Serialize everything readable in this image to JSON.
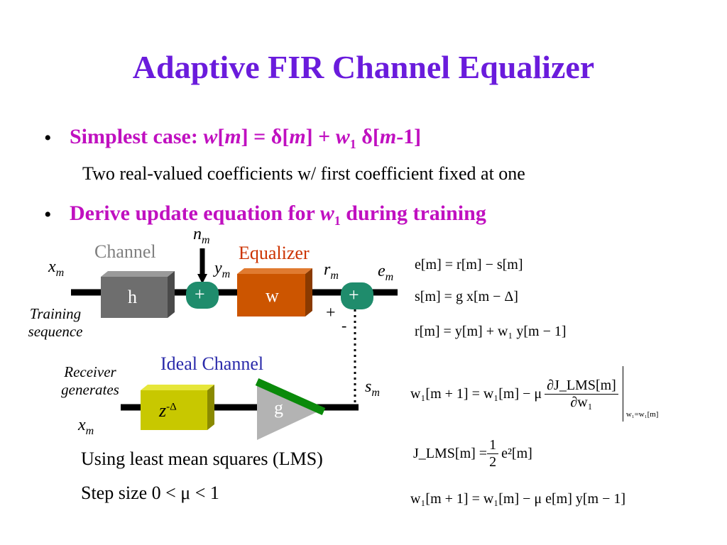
{
  "title": "Adaptive FIR Channel Equalizer",
  "bullets": {
    "b1_prefix": "Simplest case: ",
    "b1_w": "w",
    "b1_bracket1": "[",
    "b1_m1": "m",
    "b1_mid": "] = δ[",
    "b1_m2": "m",
    "b1_plus": "] + ",
    "b1_w1": "w",
    "b1_sub1": "1",
    "b1_delta": " δ[",
    "b1_m3": "m",
    "b1_tail": "-1]",
    "sub1": "Two real-valued coefficients w/ first coefficient fixed at one",
    "b2_prefix": "Derive update equation for ",
    "b2_w": "w",
    "b2_sub": "1",
    "b2_suffix": " during training"
  },
  "diagram": {
    "channel_label": "Channel",
    "equalizer_label": "Equalizer",
    "ideal_channel_label": "Ideal Channel",
    "h_label": "h",
    "w_label": "w",
    "g_label": "g",
    "z_label": "z",
    "z_sup": "-Δ",
    "plus1": "+",
    "plus2": "+",
    "plus_in": "+",
    "minus_in": "-",
    "x_top": "x",
    "x_top_sub": "m",
    "n_label": "n",
    "n_sub": "m",
    "y_label": "y",
    "y_sub": "m",
    "r_label": "r",
    "r_sub": "m",
    "e_label": "e",
    "e_sub": "m",
    "s_label": "s",
    "s_sub": "m",
    "x_bot": "x",
    "x_bot_sub": "m",
    "training_1": "Training",
    "training_2": "sequence",
    "receiver_1": "Receiver",
    "receiver_2": "generates",
    "colors": {
      "h_box": "#6e6e6e",
      "w_box": "#cc5500",
      "adder": "#1f8c6c",
      "z_box": "#c8c800",
      "g_triangle": "#b3b3b3",
      "g_bar": "#0a8a0a",
      "channel_text": "#808080",
      "equalizer_text": "#cc3300",
      "ideal_text": "#2a2aaa"
    }
  },
  "equations": {
    "eq1": "e[m] = r[m] − s[m]",
    "eq2": "s[m] = g  x[m − Δ]",
    "eq3": "r[m] = y[m] + w₁  y[m − 1]",
    "eq4_lhs": "w₁[m + 1] = w₁[m] − μ",
    "eq4_num": "∂J_LMS[m]",
    "eq4_den": "∂w₁",
    "eq4_eval": "w₁=w₁[m]",
    "eq5_lhs": "J_LMS[m] = ",
    "eq5_num": "1",
    "eq5_den": "2",
    "eq5_rhs": "e²[m]",
    "eq6": "w₁[m + 1] = w₁[m] − μ e[m] y[m − 1]"
  },
  "notes": {
    "lms": "Using least mean squares (LMS)",
    "step": "Step size 0 < μ < 1"
  }
}
